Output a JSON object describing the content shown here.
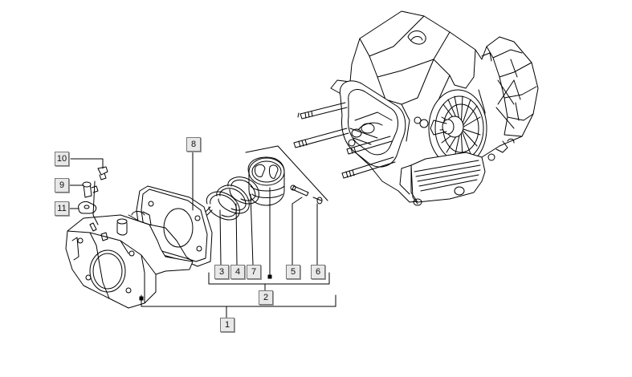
{
  "diagram": {
    "line_color": "#000000",
    "label_bg": "#e8e8e8",
    "labels": {
      "l1": "1",
      "l2": "2",
      "l3": "3",
      "l4": "4",
      "l5": "5",
      "l6": "6",
      "l7": "7",
      "l8": "8",
      "l9": "9",
      "l10": "10",
      "l11": "11"
    }
  }
}
